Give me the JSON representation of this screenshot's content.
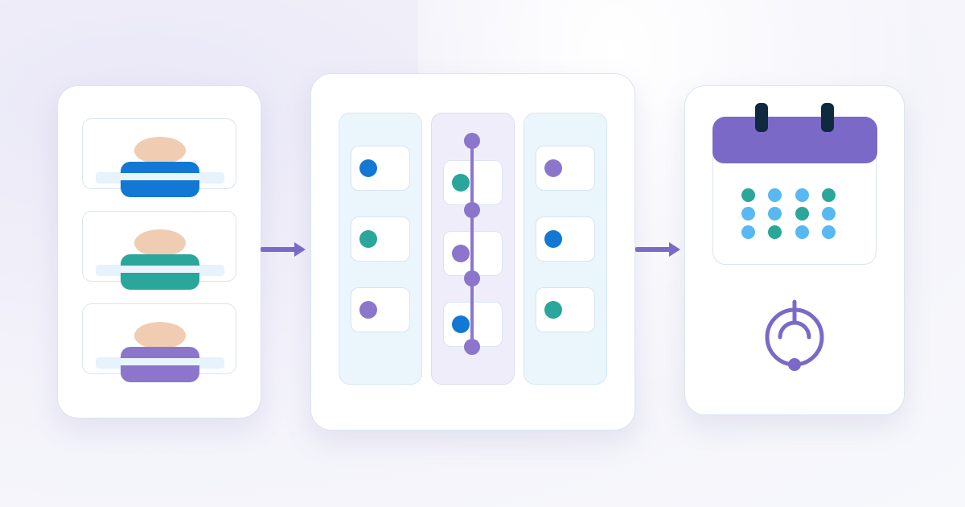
{
  "colors": {
    "accent": "#7b6bc8",
    "teal": "#2aa69b",
    "blue": "#1278d4",
    "purple": "#8b76cc",
    "light_blue": "#58b8f2",
    "skin": "#f0ccb3",
    "ink": "#0f2a3f"
  },
  "people": [
    {
      "role": "person",
      "color": "#1278d4"
    },
    {
      "role": "person",
      "color": "#2aa69b"
    },
    {
      "role": "person",
      "color": "#8b76cc"
    }
  ],
  "board": {
    "columns": [
      {
        "style": "blue",
        "cards": [
          "#1278d4",
          "#2aa69b",
          "#8b76cc"
        ]
      },
      {
        "style": "violet",
        "cards": [
          "#2aa69b",
          "#8b76cc",
          "#1278d4"
        ]
      },
      {
        "style": "blue",
        "cards": [
          "#8b76cc",
          "#1278d4",
          "#2aa69b"
        ]
      }
    ]
  },
  "calendar": {
    "grid": [
      [
        "#2aa69b",
        "#58b8f2",
        "#58b8f2",
        "#2aa69b"
      ],
      [
        "#58b8f2",
        "#58b8f2",
        "#2aa69b",
        "#58b8f2"
      ],
      [
        "#58b8f2",
        "#2aa69b",
        "#58b8f2",
        "#58b8f2"
      ]
    ]
  },
  "icons": {
    "calendar": "calendar-icon",
    "gauge": "gauge-icon",
    "flow_arrow": "arrow-right-icon"
  }
}
